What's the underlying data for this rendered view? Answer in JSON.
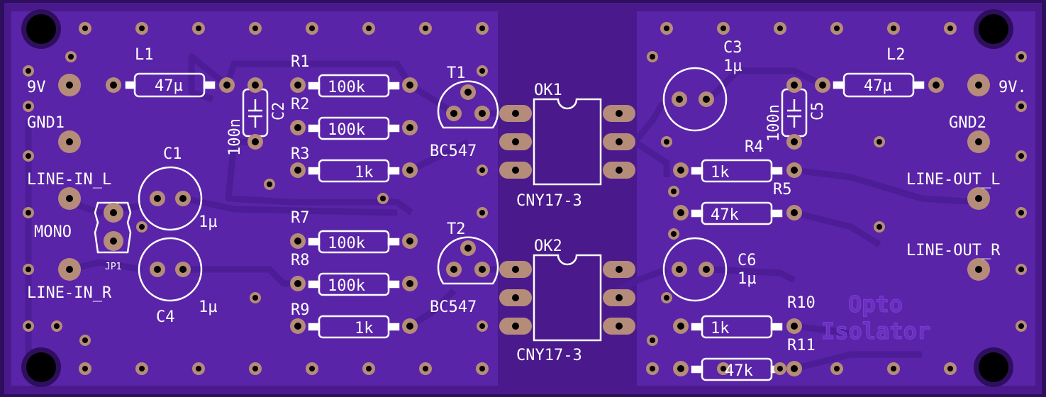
{
  "colors": {
    "board_edge": "#2e0f5e",
    "board": "#4a1a8c",
    "copper": "#5a24a8",
    "trace": "#4c1d96",
    "silk": "#ffffff",
    "pad": "#b58c7a",
    "hole": "#000000",
    "watermark": "#6a2fc0"
  },
  "labels": {
    "L1": "L1",
    "L1_val": "47µ",
    "L2": "L2",
    "L2_val": "47µ",
    "R1": "R1",
    "R1_val": "100k",
    "R2": "R2",
    "R2_val": "100k",
    "R3": "R3",
    "R3_val": "1k",
    "R4": "R4",
    "R4_val": "1k",
    "R5": "R5",
    "R5_val": "47k",
    "R7": "R7",
    "R7_val": "100k",
    "R8": "R8",
    "R8_val": "100k",
    "R9": "R9",
    "R9_val": "1k",
    "R10": "R10",
    "R10_val": "1k",
    "R11": "R11",
    "R11_val": "47k",
    "C1": "C1",
    "C1_val": "1µ",
    "C2": "C2",
    "C2_val": "100n",
    "C3": "C3",
    "C3_val": "1µ",
    "C4": "C4",
    "C4_val": "1µ",
    "C5": "C5",
    "C5_val": "100n",
    "C6": "C6",
    "C6_val": "1µ",
    "T1": "T1",
    "T1_val": "BC547",
    "T2": "T2",
    "T2_val": "BC547",
    "OK1": "OK1",
    "OK1_val": "CNY17-3",
    "OK2": "OK2",
    "OK2_val": "CNY17-3",
    "pwr_in": "9V",
    "pwr_out": "9V.",
    "gnd1": "GND1",
    "gnd2": "GND2",
    "line_in_l": "LINE-IN_L",
    "line_in_r": "LINE-IN_R",
    "line_out_l": "LINE-OUT_L",
    "line_out_r": "LINE-OUT_R",
    "mono": "MONO",
    "jp1": "JP1",
    "watermark_1": "Opto",
    "watermark_2": "Isolator"
  }
}
